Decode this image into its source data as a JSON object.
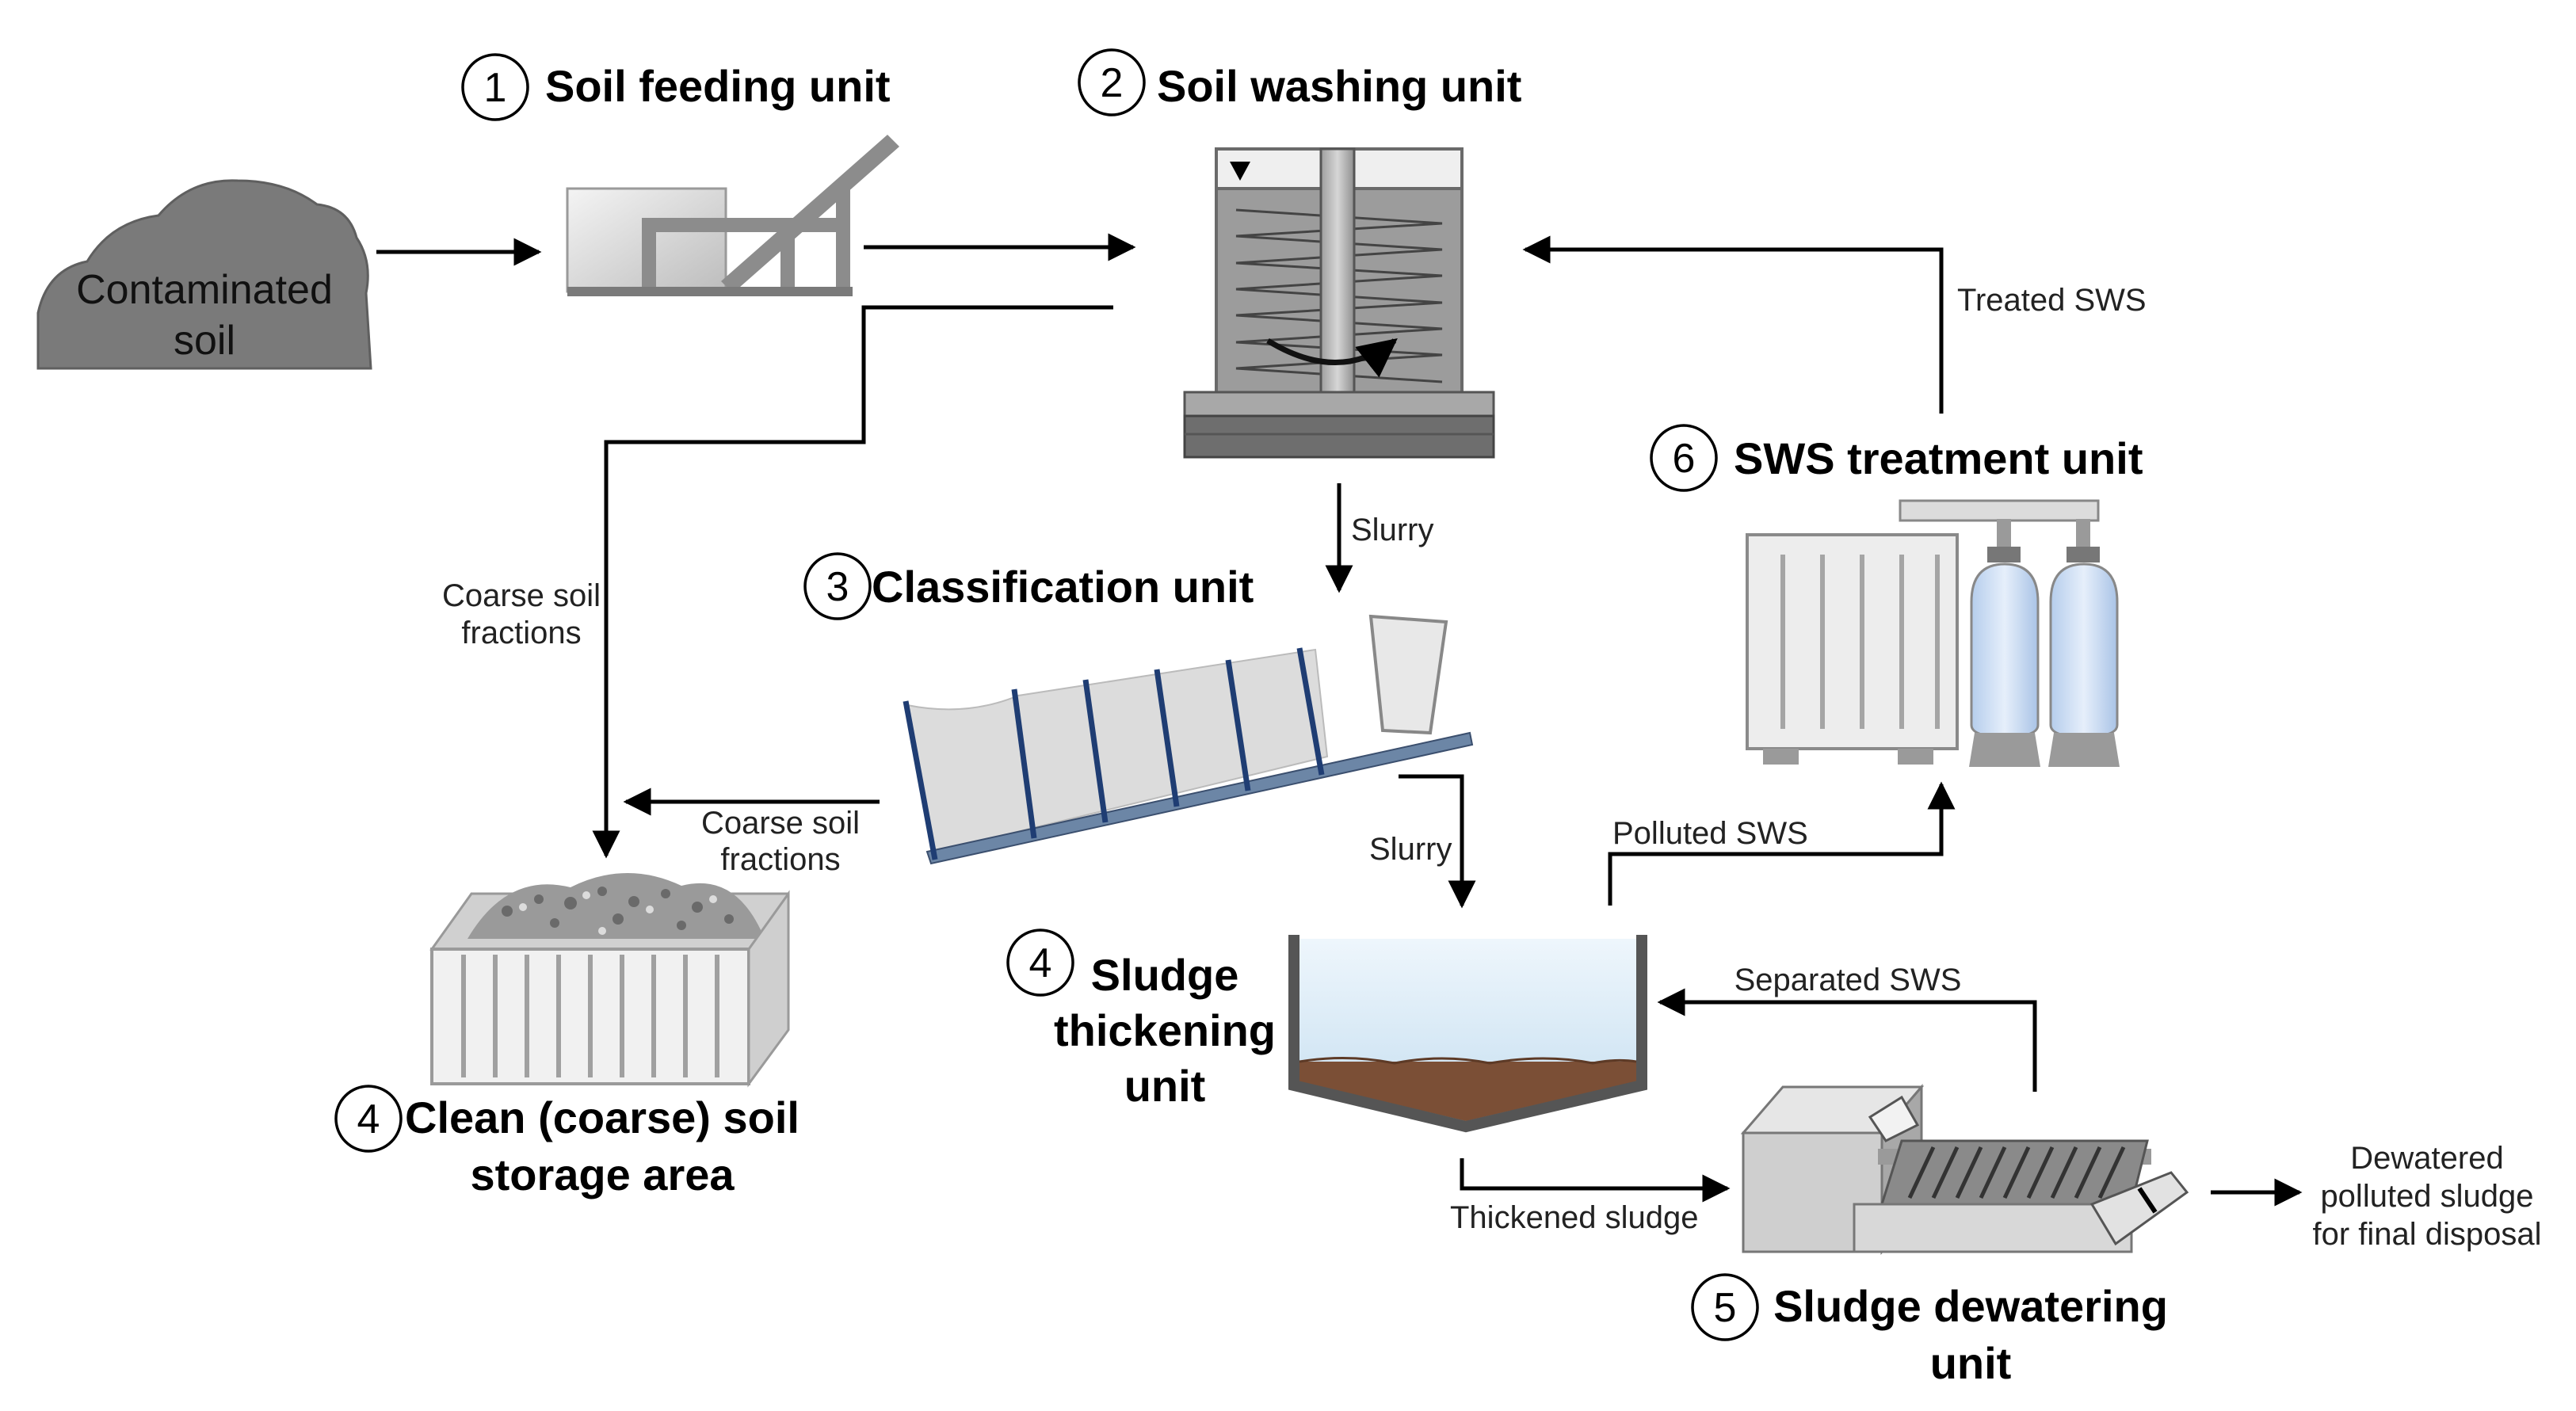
{
  "source": {
    "line1": "Contaminated",
    "line2": "soil"
  },
  "units": {
    "feeding": {
      "num": "1",
      "title": "Soil feeding unit"
    },
    "washing": {
      "num": "2",
      "title": "Soil washing unit"
    },
    "classification": {
      "num": "3",
      "title": "Classification unit"
    },
    "storage": {
      "num": "4",
      "line1": "Clean (coarse) soil",
      "line2": "storage area"
    },
    "thickening": {
      "num": "4",
      "line1": "Sludge",
      "line2": "thickening",
      "line3": "unit"
    },
    "dewatering": {
      "num": "5",
      "line1": "Sludge dewatering",
      "line2": "unit"
    },
    "treatment": {
      "num": "6",
      "title": "SWS treatment unit"
    }
  },
  "flows": {
    "treated_sws": "Treated SWS",
    "slurry_1": "Slurry",
    "slurry_2": "Slurry",
    "coarse_1_line1": "Coarse soil",
    "coarse_1_line2": "fractions",
    "coarse_2_line1": "Coarse soil",
    "coarse_2_line2": "fractions",
    "polluted_sws": "Polluted SWS",
    "separated_sws": "Separated SWS",
    "thickened_sludge": "Thickened sludge",
    "output_line1": "Dewatered",
    "output_line2": "polluted sludge",
    "output_line3": "for final disposal"
  },
  "icons": [
    "soil-pile-icon",
    "feeder-icon",
    "washing-tank-icon",
    "classifier-icon",
    "storage-container-icon",
    "thickener-tank-icon",
    "dewatering-press-icon",
    "treatment-unit-icon"
  ],
  "colors": {
    "soil": "#7a7a7a",
    "steel": "#8c8c8c",
    "water": "#dfeef8",
    "sludge": "#7b4f36",
    "blade": "#2b4c7e",
    "tank_blue": "#cfe0f5"
  }
}
